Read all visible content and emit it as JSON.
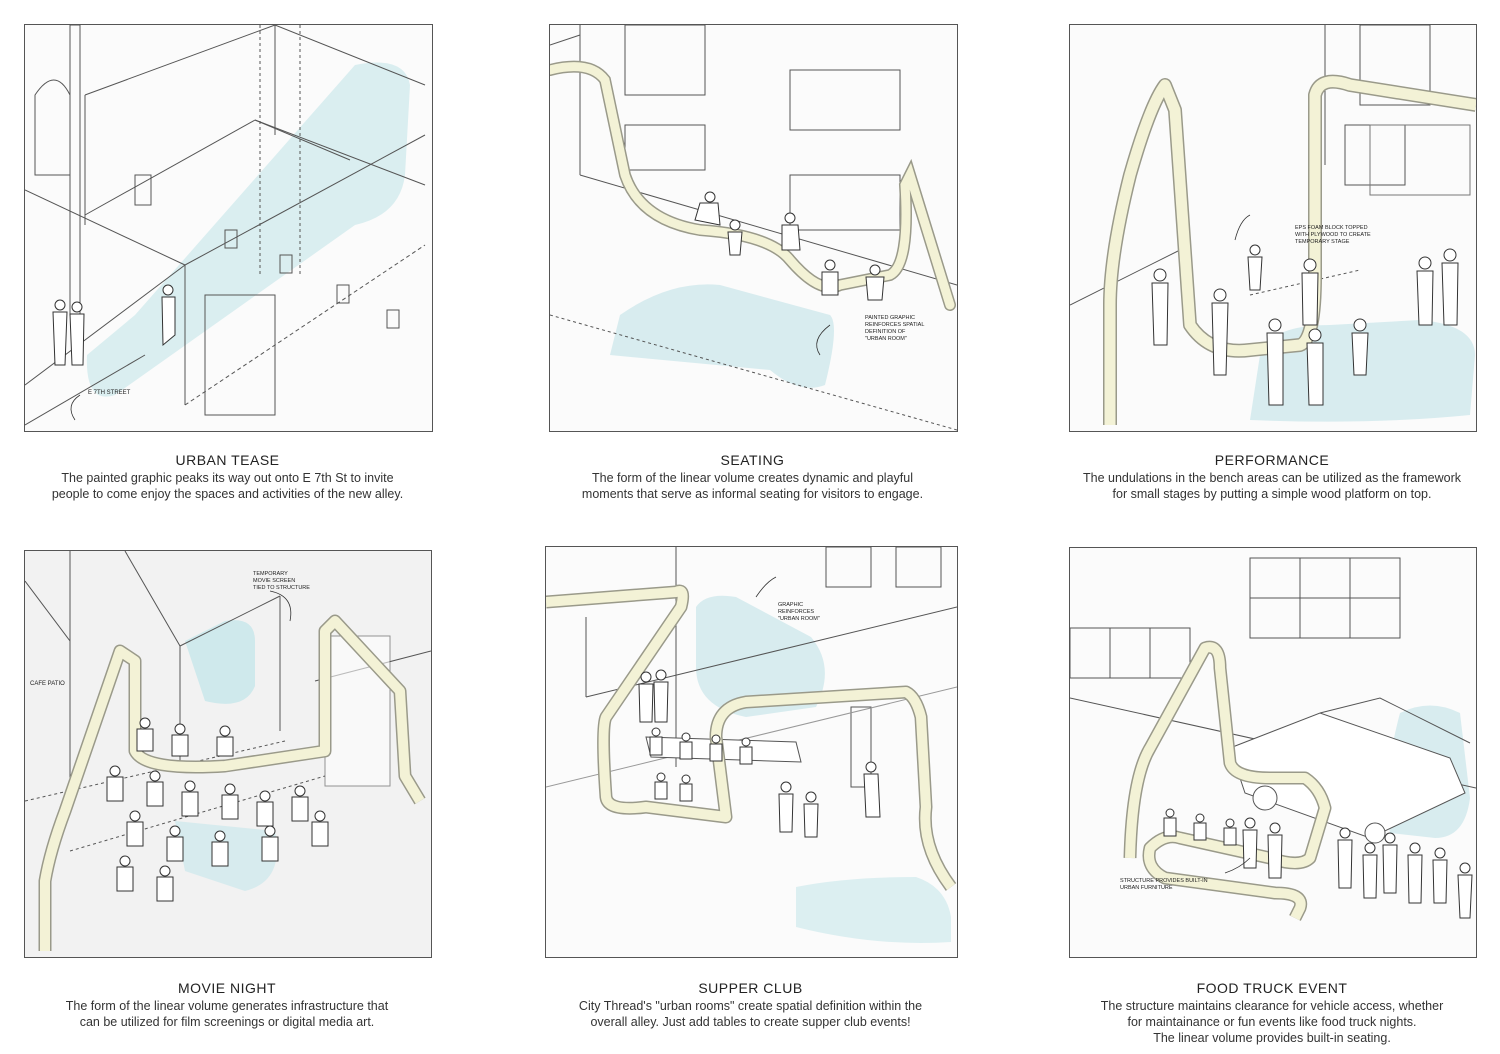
{
  "colors": {
    "graphic": "#cfe9ec",
    "thread": "#f3f2d6",
    "thread_edge": "#9a9a8a",
    "line": "#555555",
    "shadow": "#e6e6e6"
  },
  "panels": [
    {
      "id": "urban-tease",
      "title": "URBAN TEASE",
      "lines": [
        "The painted graphic peaks its way out onto E 7th St to invite",
        "people to come enjoy the spaces and activities of the new alley."
      ],
      "notes": [
        "E 7TH STREET"
      ]
    },
    {
      "id": "seating",
      "title": "SEATING",
      "lines": [
        "The form of the linear volume creates dynamic and playful",
        "moments that serve as informal seating for visitors to engage."
      ],
      "notes": [
        "PAINTED GRAPHIC",
        "REINFORCES SPATIAL",
        "DEFINITION OF",
        "\"URBAN ROOM\""
      ]
    },
    {
      "id": "performance",
      "title": "PERFORMANCE",
      "lines": [
        "The undulations in the bench areas can be utilized as the framework",
        "for small stages by putting a simple wood platform on top."
      ],
      "notes": [
        "EPS FOAM BLOCK TOPPED",
        "WITH PLYWOOD TO CREATE",
        "TEMPORARY STAGE"
      ]
    },
    {
      "id": "movie-night",
      "title": "MOVIE NIGHT",
      "lines": [
        "The form of the linear volume generates infrastructure that",
        "can be utilized for film screenings or digital media art."
      ],
      "notes": [
        "TEMPORARY",
        "MOVIE SCREEN",
        "TIED TO STRUCTURE"
      ],
      "label": "CAFE PATIO"
    },
    {
      "id": "supper-club",
      "title": "SUPPER CLUB",
      "lines": [
        "City Thread's \"urban rooms\" create spatial definition within the",
        "overall alley.  Just add tables to create supper club events!"
      ],
      "notes": [
        "GRAPHIC",
        "REINFORCES",
        "\"URBAN ROOM\""
      ]
    },
    {
      "id": "food-truck-event",
      "title": "FOOD TRUCK EVENT",
      "lines": [
        "The structure maintains clearance  for vehicle access, whether",
        "for maintainance or fun events like food truck nights.",
        "The linear volume provides built-in seating."
      ],
      "notes": [
        "STRUCTURE PROVIDES BUILT-IN",
        "URBAN FURNITURE"
      ]
    }
  ]
}
